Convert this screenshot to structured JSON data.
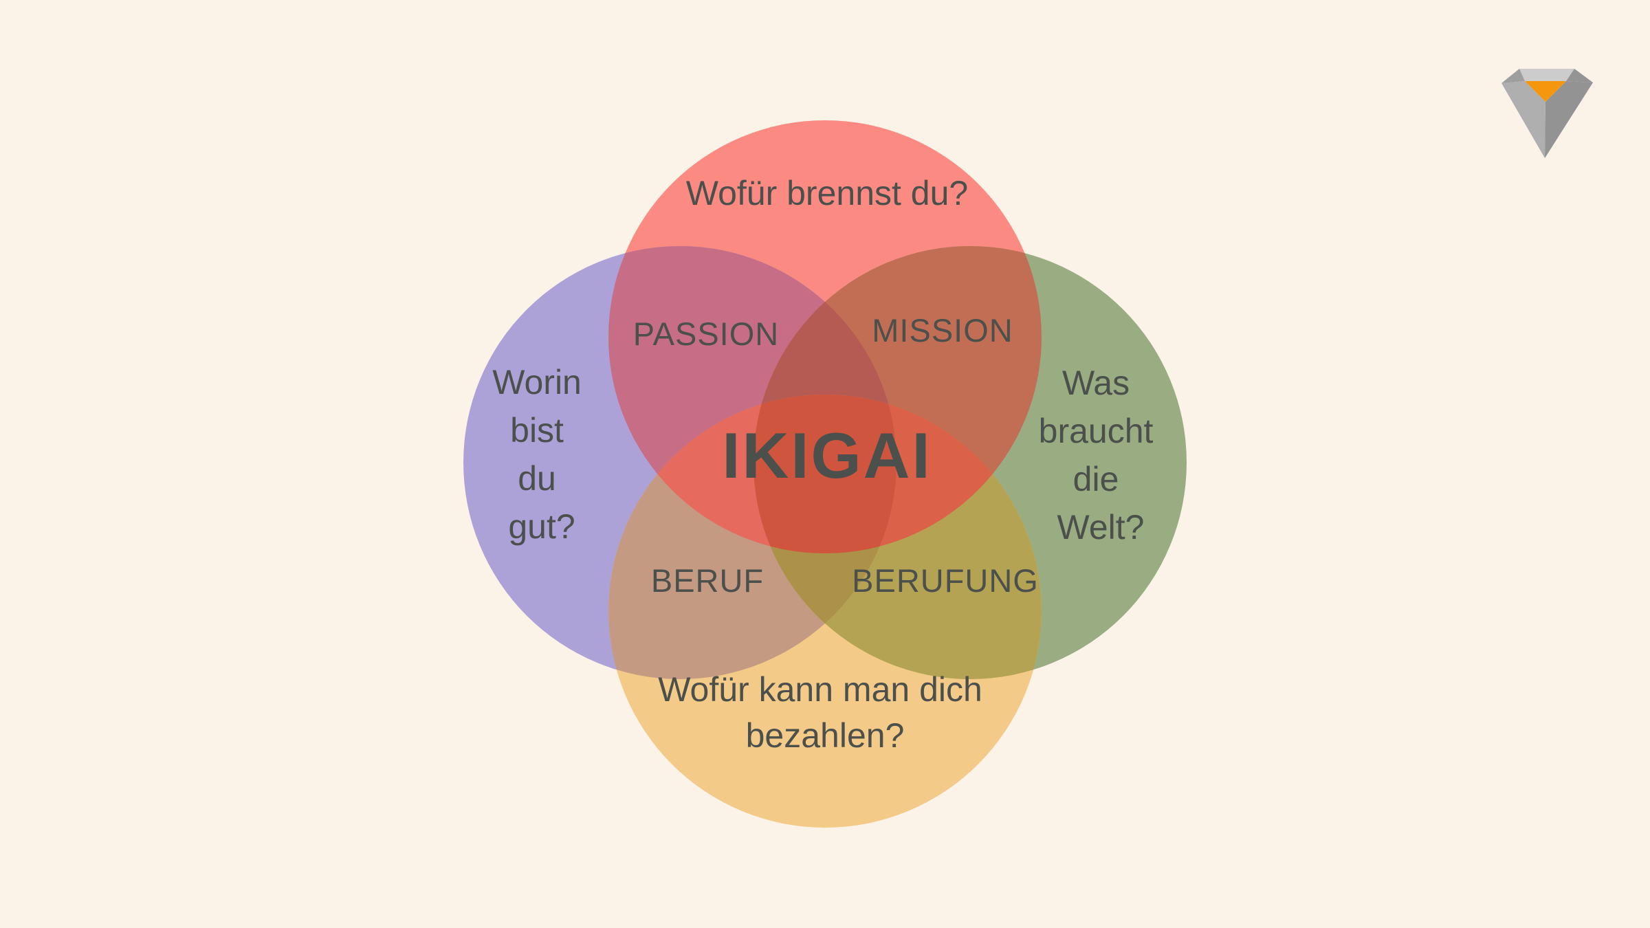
{
  "page": {
    "background": "#FBF2E8"
  },
  "colors": {
    "text": "#4B504C",
    "circle_top": "#FA8A82",
    "circle_left": "#ACA2D8",
    "circle_right": "#99AC82",
    "circle_bottom": "#F4CA88",
    "overlap_passion": "#C76E86",
    "overlap_mission": "#C26E55",
    "overlap_beruf": "#C49A83",
    "overlap_berufung": "#B5A354",
    "triple_upper": "#B55B53",
    "triple_left": "#E66A5E",
    "triple_right": "#DB6148",
    "triple_lower": "#AC9149",
    "center": "#D0553E"
  },
  "diagram": {
    "center_label": "IKIGAI",
    "top": {
      "question": "Wofür brennst du?"
    },
    "left": {
      "lines": [
        "Worin",
        "bist",
        "du",
        "gut?"
      ]
    },
    "right": {
      "lines": [
        "Was",
        "braucht",
        "die",
        "Welt?"
      ]
    },
    "bottom": {
      "lines": [
        "Wofür kann man dich",
        "bezahlen?"
      ]
    },
    "overlap_labels": {
      "passion": "PASSION",
      "mission": "MISSION",
      "beruf": "BERUF",
      "berufung": "BERUFUNG"
    }
  },
  "logo": {
    "icon": "diamond-gem-icon",
    "accent": "#F5960F",
    "table": "#CCCCCC",
    "bezel_left": "#9E9E9E",
    "bezel_right": "#949494",
    "pavilion_left": "#AFAFAF",
    "pavilion_right": "#939393"
  }
}
